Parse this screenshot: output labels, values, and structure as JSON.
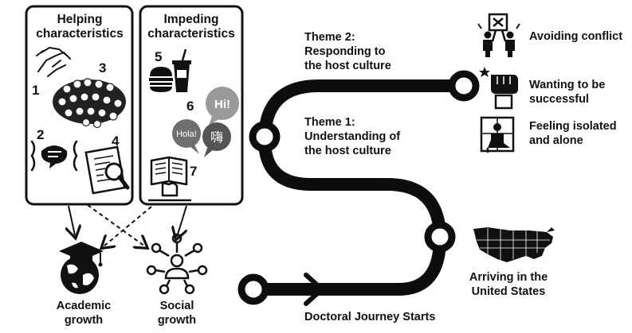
{
  "helping": {
    "title_line1": "Helping",
    "title_line2": "characteristics"
  },
  "impeding": {
    "title_line1": "Impeding",
    "title_line2": "characteristics"
  },
  "numbers": {
    "n1": "1",
    "n2": "2",
    "n3": "3",
    "n4": "4",
    "n5": "5",
    "n6": "6",
    "n7": "7"
  },
  "bubbles": {
    "hi": "Hi!",
    "hola": "Hola!",
    "chinese": "嗨"
  },
  "outcomes": {
    "academic_line1": "Academic",
    "academic_line2": "growth",
    "social_line1": "Social",
    "social_line2": "growth"
  },
  "themes": {
    "theme2_line1": "Theme 2:",
    "theme2_line2": "Responding to",
    "theme2_line3": "the host culture",
    "theme1_line1": "Theme 1:",
    "theme1_line2": "Understanding of",
    "theme1_line3": "the host culture"
  },
  "features": {
    "conflict": "Avoiding conflict",
    "success_line1": "Wanting to be",
    "success_line2": "successful",
    "isolated_line1": "Feeling isolated",
    "isolated_line2": "and alone"
  },
  "journey": {
    "arriving_line1": "Arriving in the",
    "arriving_line2": "United States",
    "start": "Doctoral Journey Starts"
  },
  "colors": {
    "ink": "#111111",
    "path": "#0d0d0d",
    "node_fill": "#ffffff",
    "bubble_gray": "#8a8a8a",
    "bubble_light": "#bdbdbd"
  }
}
